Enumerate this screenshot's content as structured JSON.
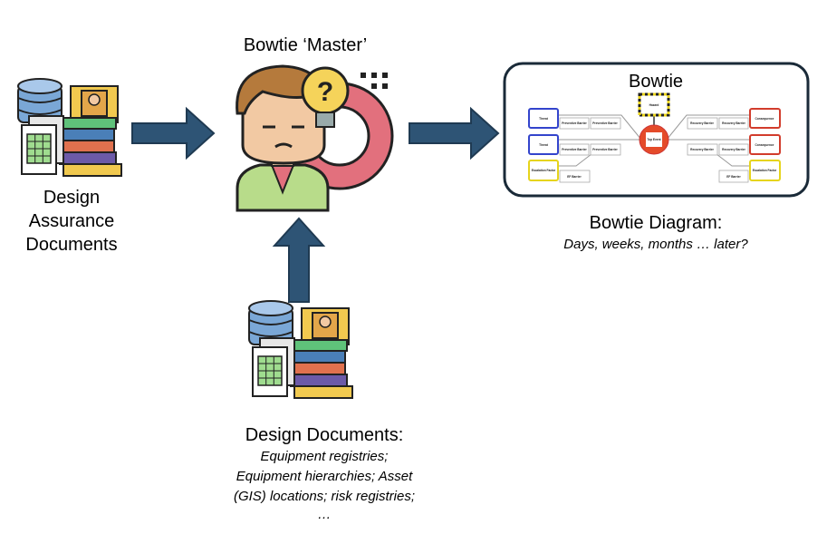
{
  "left": {
    "label_lines": [
      "Design",
      "Assurance",
      "Documents"
    ],
    "icon": "documents-stack-icon"
  },
  "center": {
    "title": "Bowtie ‘Master’",
    "icon": "person-thinking-gear-icon"
  },
  "right": {
    "box_title": "Bowtie",
    "caption": "Bowtie Diagram:",
    "subcaption": "Days, weeks, months … later?",
    "mini": {
      "threat": "Threat",
      "preventive_barrier": "Preventive Barrier",
      "hazard": "Hazard",
      "top_event": "Top Event",
      "recovery_barrier": "Recovery Barrier",
      "consequence": "Consequence",
      "escalation_factor": "Escalation Factor",
      "ef_barrier": "EF Barrier"
    }
  },
  "bottom": {
    "title": "Design Documents:",
    "lines": [
      "Equipment registries;",
      "Equipment hierarchies; Asset",
      "(GIS) locations; risk registries;",
      "…"
    ],
    "icon": "documents-stack-icon"
  },
  "colors": {
    "arrow": "#2e5475",
    "arrow_stroke": "#1f3a52",
    "box_border": "#1a2a38"
  }
}
